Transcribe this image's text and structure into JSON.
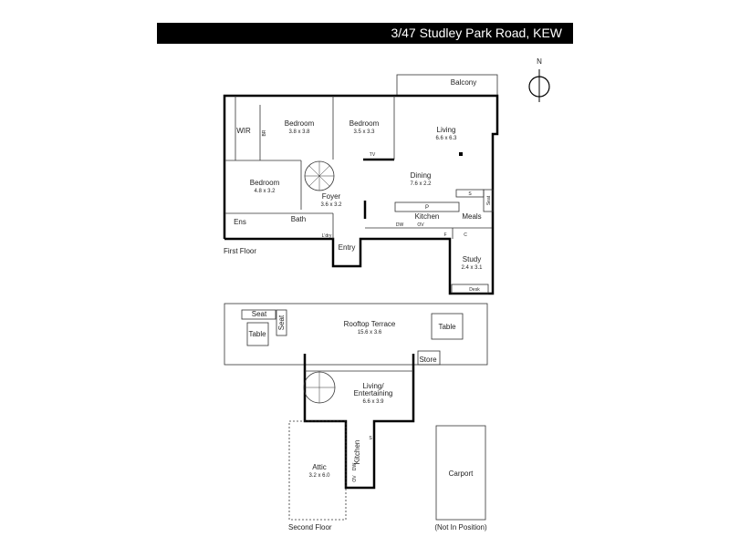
{
  "header": {
    "address": "3/47 Studley Park Road, KEW"
  },
  "compass": {
    "north_label": "N"
  },
  "first_floor": {
    "caption": "First Floor",
    "rooms": {
      "balcony": "Balcony",
      "wir": "WIR",
      "br": "BR",
      "bedroom1": {
        "name": "Bedroom",
        "dims": "3.8 x 3.8"
      },
      "bedroom2": {
        "name": "Bedroom",
        "dims": "3.5 x 3.3"
      },
      "bedroom3": {
        "name": "Bedroom",
        "dims": "4.8 x 3.2"
      },
      "living": {
        "name": "Living",
        "dims": "6.6 x 6.3"
      },
      "dining": {
        "name": "Dining",
        "dims": "7.6 x 2.2"
      },
      "foyer": {
        "name": "Foyer",
        "dims": "3.6 x 3.2"
      },
      "study": {
        "name": "Study",
        "dims": "2.4 x 3.1"
      },
      "ens": "Ens",
      "bath": "Bath",
      "ldry": "L'dry",
      "kitchen": "Kitchen",
      "meals": "Meals",
      "entry": "Entry",
      "tv": "TV",
      "dw": "DW",
      "ov": "OV",
      "p": "P",
      "s": "S",
      "seat": "Seat",
      "f": "F",
      "c": "C",
      "desk": "Desk"
    }
  },
  "second_floor": {
    "caption": "Second Floor",
    "rooms": {
      "terrace": {
        "name": "Rooftop Terrace",
        "dims": "15.6 x 3.6"
      },
      "seat1": "Seat",
      "seat2": "Seat",
      "table1": "Table",
      "table2": "Table",
      "store": "Store",
      "living": {
        "name_line1": "Living/",
        "name_line2": "Entertaining",
        "dims": "6.6 x 3.9"
      },
      "kitchen": "Kitchen",
      "dw": "DW",
      "ov": "OV",
      "s": "S",
      "attic": {
        "name": "Attic",
        "dims": "3.2 x 6.0"
      }
    }
  },
  "carport": {
    "name": "Carport",
    "note": "(Not In Position)"
  }
}
